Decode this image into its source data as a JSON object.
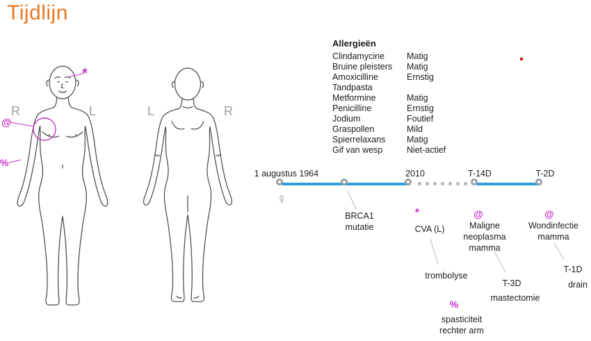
{
  "page": {
    "title": "Tijdlijn"
  },
  "colors": {
    "accent_orange": "#e87722",
    "magenta": "#c832c8",
    "timeline_blue": "#2d9fd8",
    "node_gray": "#9aa0a6",
    "text": "#1a1a1a",
    "label_gray": "#9e9e9e",
    "red_dot": "#dd0000"
  },
  "body_map": {
    "front": {
      "side_label_left": "R",
      "side_label_right": "L",
      "markers": {
        "head": "*",
        "chest": "@",
        "arm": "%"
      }
    },
    "back": {
      "side_label_left": "L",
      "side_label_right": "R"
    }
  },
  "allergies": {
    "title": "Allergieën",
    "rows": [
      {
        "name": "Clindamycine",
        "severity": "Matig"
      },
      {
        "name": "Bruine pleisters",
        "severity": "Matig"
      },
      {
        "name": "Amoxicilline",
        "severity": "Ernstig"
      },
      {
        "name": "Tandpasta",
        "severity": ""
      },
      {
        "name": "Metformine",
        "severity": "Matig"
      },
      {
        "name": "Penicilline",
        "severity": "Ernstig"
      },
      {
        "name": "Jodium",
        "severity": "Foutief"
      },
      {
        "name": "Graspollen",
        "severity": "Mild"
      },
      {
        "name": "Spierrelaxans",
        "severity": "Matig"
      },
      {
        "name": "Gif van wesp",
        "severity": "Niet-actief"
      }
    ]
  },
  "timeline": {
    "events": [
      {
        "date": "1 augustus 1964",
        "gender_symbol": "♀"
      },
      {
        "label_line1": "BRCA1",
        "label_line2": "mutatie"
      },
      {
        "date": "2010",
        "marker": "*",
        "label": "CVA (L)",
        "sub1_label": "trombolyse",
        "sub2_marker": "%",
        "sub2_line1": "spasticiteit",
        "sub2_line2": "rechter arm"
      },
      {
        "date": "T-14D",
        "marker": "@",
        "label_line1": "Maligne",
        "label_line2": "neoplasma",
        "label_line3": "mamma",
        "sub1_date": "T-3D",
        "sub1_label": "mastectomie"
      },
      {
        "date": "T-2D",
        "marker": "@",
        "label_line1": "Wondinfectie",
        "label_line2": "mamma",
        "sub1_date": "T-1D",
        "sub1_label": "drain"
      }
    ]
  }
}
